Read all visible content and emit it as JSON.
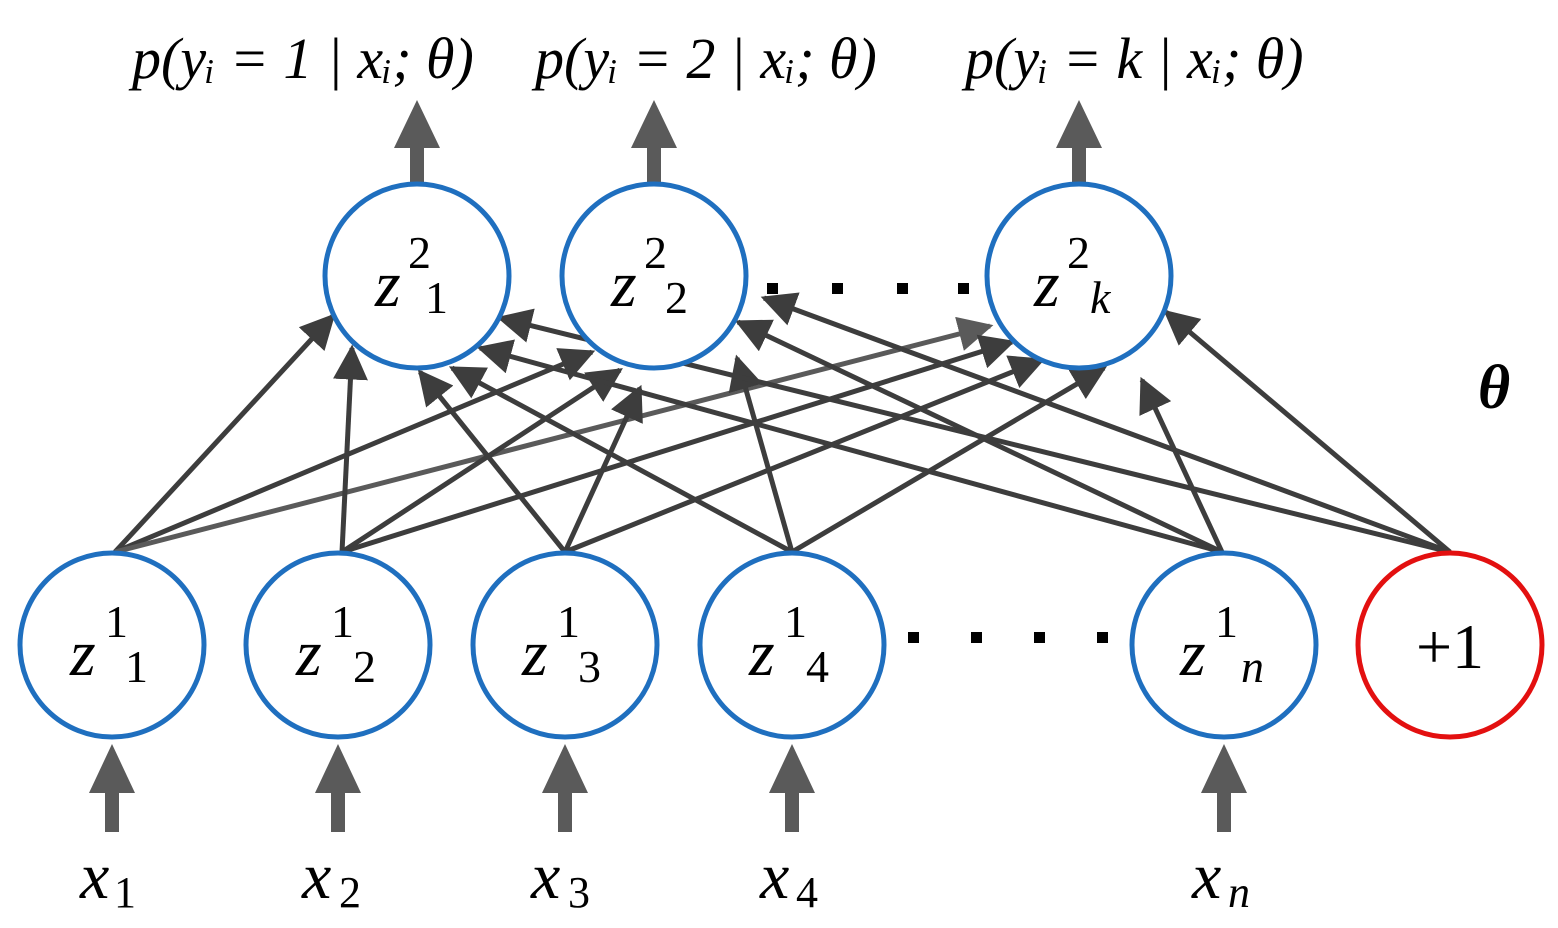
{
  "outputs": [
    {
      "label": "p(yᵢ = 1 | xᵢ; θ)"
    },
    {
      "label": "p(yᵢ = 2 | xᵢ; θ)"
    },
    {
      "label": "p(yᵢ = k | xᵢ; θ)"
    }
  ],
  "output_nodes": [
    {
      "base": "z",
      "sup": "2",
      "sub": "1"
    },
    {
      "base": "z",
      "sup": "2",
      "sub": "2"
    },
    {
      "base": "z",
      "sup": "2",
      "sub": "k"
    }
  ],
  "input_nodes": [
    {
      "base": "z",
      "sup": "1",
      "sub": "1"
    },
    {
      "base": "z",
      "sup": "1",
      "sub": "2"
    },
    {
      "base": "z",
      "sup": "1",
      "sub": "3"
    },
    {
      "base": "z",
      "sup": "1",
      "sub": "4"
    },
    {
      "base": "z",
      "sup": "1",
      "sub": "n"
    }
  ],
  "bias_node": {
    "label": "+1"
  },
  "inputs": [
    {
      "base": "x",
      "sub": "1"
    },
    {
      "base": "x",
      "sub": "2"
    },
    {
      "base": "x",
      "sub": "3"
    },
    {
      "base": "x",
      "sub": "4"
    },
    {
      "base": "x",
      "sub": "n"
    }
  ],
  "parameter_label": "θ",
  "colors": {
    "node_stroke": "#1f6fbf",
    "bias_stroke": "#e31010",
    "edge": "#3d3d3d",
    "thick_arrow": "#5a5a5a"
  }
}
